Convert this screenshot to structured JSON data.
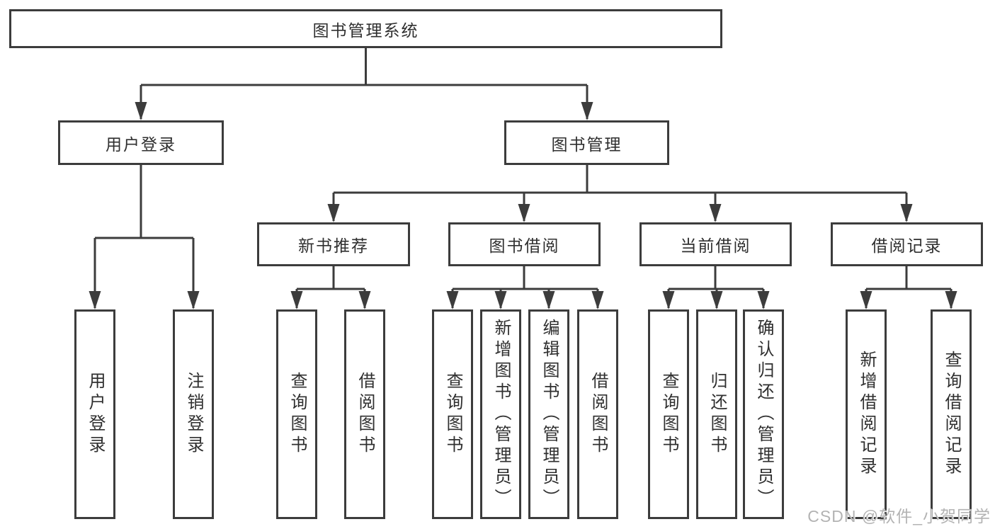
{
  "title": {
    "label": "图书管理系统"
  },
  "level2": [
    {
      "id": "user-login",
      "label": "用户登录"
    },
    {
      "id": "book-management",
      "label": "图书管理"
    }
  ],
  "level3": [
    {
      "id": "new-book-recommend",
      "label": "新书推荐",
      "parent": "图书管理"
    },
    {
      "id": "book-borrow",
      "label": "图书借阅",
      "parent": "图书管理"
    },
    {
      "id": "current-borrow",
      "label": "当前借阅",
      "parent": "图书管理"
    },
    {
      "id": "borrow-records",
      "label": "借阅记录",
      "parent": "图书管理"
    }
  ],
  "leaves": [
    {
      "id": "user-login-leaf",
      "label": "用户登录",
      "parent": "用户登录"
    },
    {
      "id": "logout-leaf",
      "label": "注销登录",
      "parent": "用户登录"
    },
    {
      "id": "query-books-recommend-leaf",
      "label": "查询图书",
      "parent": "新书推荐"
    },
    {
      "id": "borrow-books-recommend-leaf",
      "label": "借阅图书",
      "parent": "新书推荐"
    },
    {
      "id": "query-books-borrow-leaf",
      "label": "查询图书",
      "parent": "图书借阅"
    },
    {
      "id": "add-book-admin-leaf",
      "label": "新增图书（管理员）",
      "parent": "图书借阅"
    },
    {
      "id": "edit-book-admin-leaf",
      "label": "编辑图书（管理员）",
      "parent": "图书借阅"
    },
    {
      "id": "borrow-books-leaf",
      "label": "借阅图书",
      "parent": "图书借阅"
    },
    {
      "id": "query-books-current-leaf",
      "label": "查询图书",
      "parent": "当前借阅"
    },
    {
      "id": "return-book-leaf",
      "label": "归还图书",
      "parent": "当前借阅"
    },
    {
      "id": "confirm-return-admin-leaf",
      "label": "确认归还（管理员）",
      "parent": "当前借阅"
    },
    {
      "id": "add-borrow-record-leaf",
      "label": "新增借阅记录",
      "parent": "借阅记录"
    },
    {
      "id": "query-borrow-record-leaf",
      "label": "查询借阅记录",
      "parent": "借阅记录"
    }
  ],
  "watermark": {
    "text": "CSDN @软件_小贺同学"
  },
  "colors": {
    "line": "#3c3c3c",
    "text": "#2f2f2f",
    "watermark": "#b3b3b3",
    "background": "#ffffff"
  }
}
